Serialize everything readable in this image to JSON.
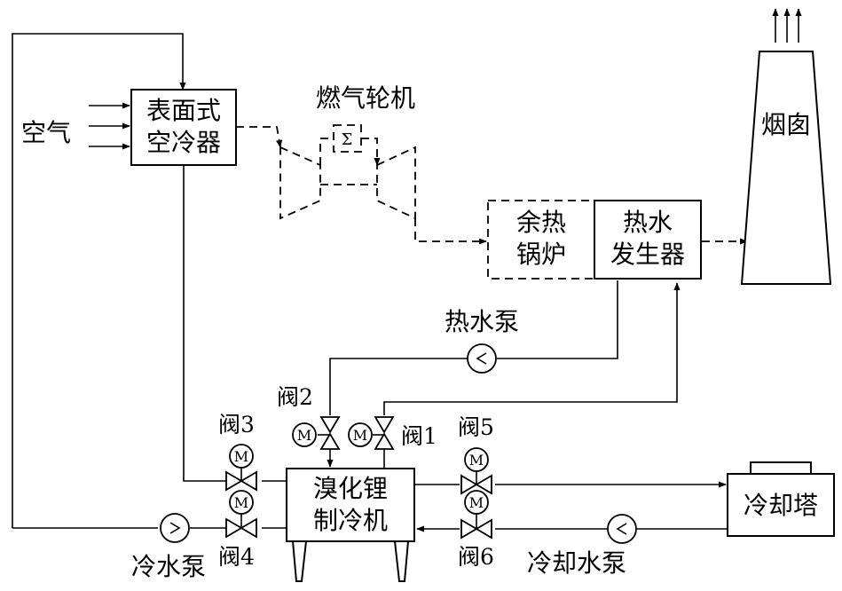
{
  "labels": {
    "air": "空气",
    "cooler_line1": "表面式",
    "cooler_line2": "空冷器",
    "turbine": "燃气轮机",
    "turbine_symbol": "Σ",
    "chimney": "烟囱",
    "waste_boiler_line1": "余热",
    "waste_boiler_line2": "锅炉",
    "hot_water_gen_line1": "热水",
    "hot_water_gen_line2": "发生器",
    "hot_water_pump": "热水泵",
    "valve1": "阀1",
    "valve2": "阀2",
    "valve3": "阀3",
    "valve4": "阀4",
    "valve5": "阀5",
    "valve6": "阀6",
    "motor": "M",
    "chiller_line1": "溴化锂",
    "chiller_line2": "制冷机",
    "cooling_tower": "冷却塔",
    "chilled_water_pump": "冷水泵",
    "cooling_water_pump": "冷却水泵"
  }
}
